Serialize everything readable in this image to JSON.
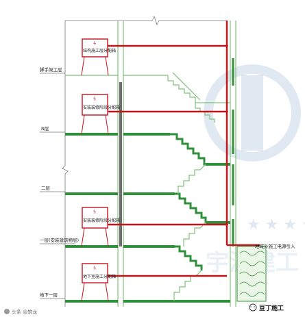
{
  "labels": {
    "floor_1": "脚手架工层",
    "floor_2": "N层",
    "floor_3": "二层",
    "floor_4": "一层(安装建筑物层)",
    "floor_5": "地下一层",
    "ground_note": "地域外施工电源引入"
  },
  "boxes": {
    "box_1": "结构施工层分配箱",
    "box_2": "安装装修阶段分配箱",
    "box_3": "安装装修阶段分配箱",
    "box_4": "地下室施工分配箱"
  },
  "watermark": "宇波建工",
  "bottom_logo": "头条 @筑龙",
  "brand": "豆丁施工",
  "colors": {
    "red": "#c0141c",
    "green": "#2f8f3a",
    "light_green": "#6fbf6a",
    "watermark": "#b9cfe0"
  }
}
